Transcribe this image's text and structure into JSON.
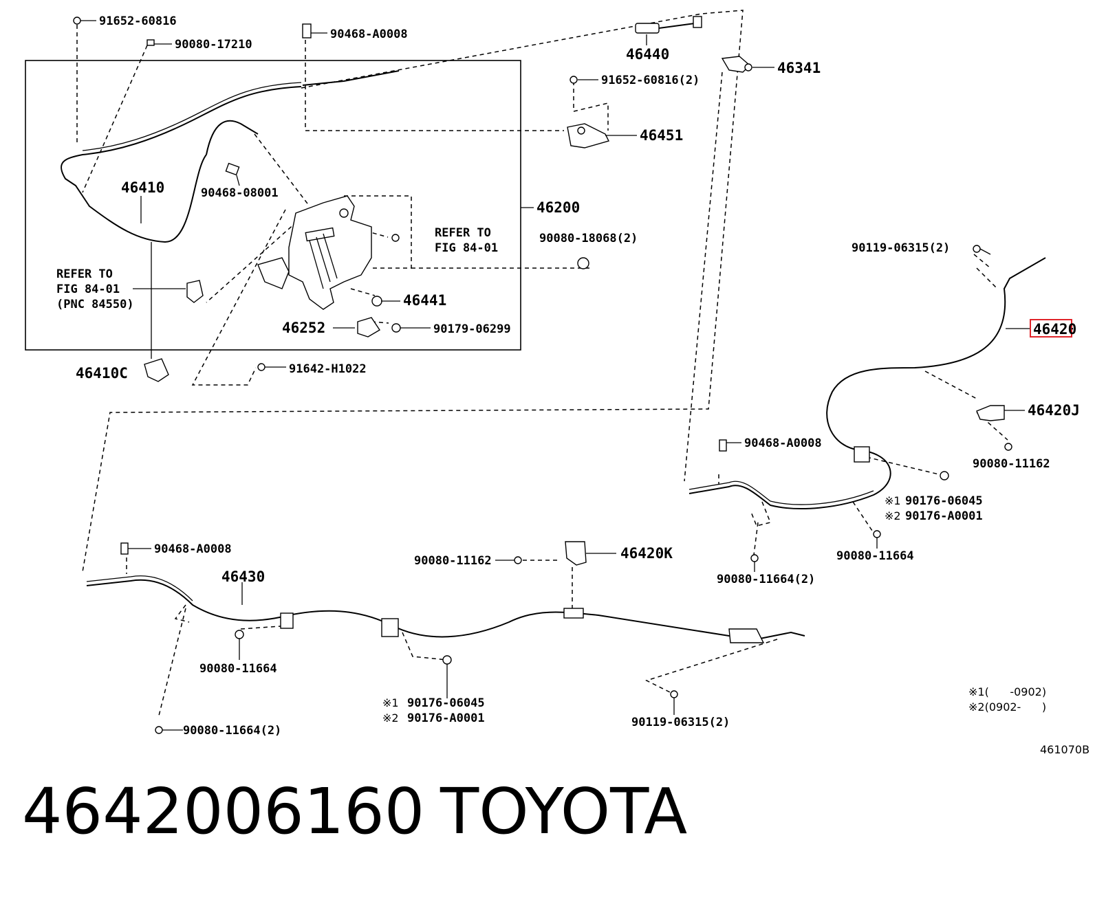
{
  "callouts": {
    "c91652_60816": "91652-60816",
    "c90080_17210": "90080-17210",
    "c90468_A0008_top": "90468-A0008",
    "c46440": "46440",
    "c46341": "46341",
    "c91652_60816_2": "91652-60816(2)",
    "c46451": "46451",
    "c46410": "46410",
    "c90468_08001": "90468-08001",
    "c46200": "46200",
    "c90080_18068_2": "90080-18068(2)",
    "c46441": "46441",
    "c46252": "46252",
    "c90179_06299": "90179-06299",
    "c46410C": "46410C",
    "c91642_H1022": "91642-H1022",
    "c90119_06315_2_right": "90119-06315(2)",
    "c46420": "46420",
    "c46420J": "46420J",
    "c90080_11162_right": "90080-11162",
    "c90468_A0008_mid": "90468-A0008",
    "c90176_06045_right": "90176-06045",
    "c90176_A0001_right": "90176-A0001",
    "c90080_11664_right": "90080-11664",
    "c90080_11664_2_right": "90080-11664(2)",
    "c90468_A0008_left": "90468-A0008",
    "c46430": "46430",
    "c90080_11162_bottom": "90080-11162",
    "c46420K": "46420K",
    "c90080_11664_bottom": "90080-11664",
    "c90176_06045_bottom": "90176-06045",
    "c90176_A0001_bottom": "90176-A0001",
    "c90119_06315_2_bottom": "90119-06315(2)",
    "c90080_11664_2_bottom": "90080-11664(2)"
  },
  "refer_notes": {
    "right_line1": "REFER TO",
    "right_line2": "FIG 84-01",
    "left_line1": "REFER TO",
    "left_line2": "FIG 84-01",
    "left_line3": "(PNC 84550)"
  },
  "markers": {
    "m1": "※1",
    "m2": "※2"
  },
  "legend": {
    "line1": "※1(      -0902)",
    "line2": "※2(0902-      )"
  },
  "illustration_code": "461070B",
  "highlighted_part": "46420",
  "highlight_color": "#e0242a",
  "footer": {
    "part_number": "4642006160",
    "brand": "TOYOTA"
  }
}
